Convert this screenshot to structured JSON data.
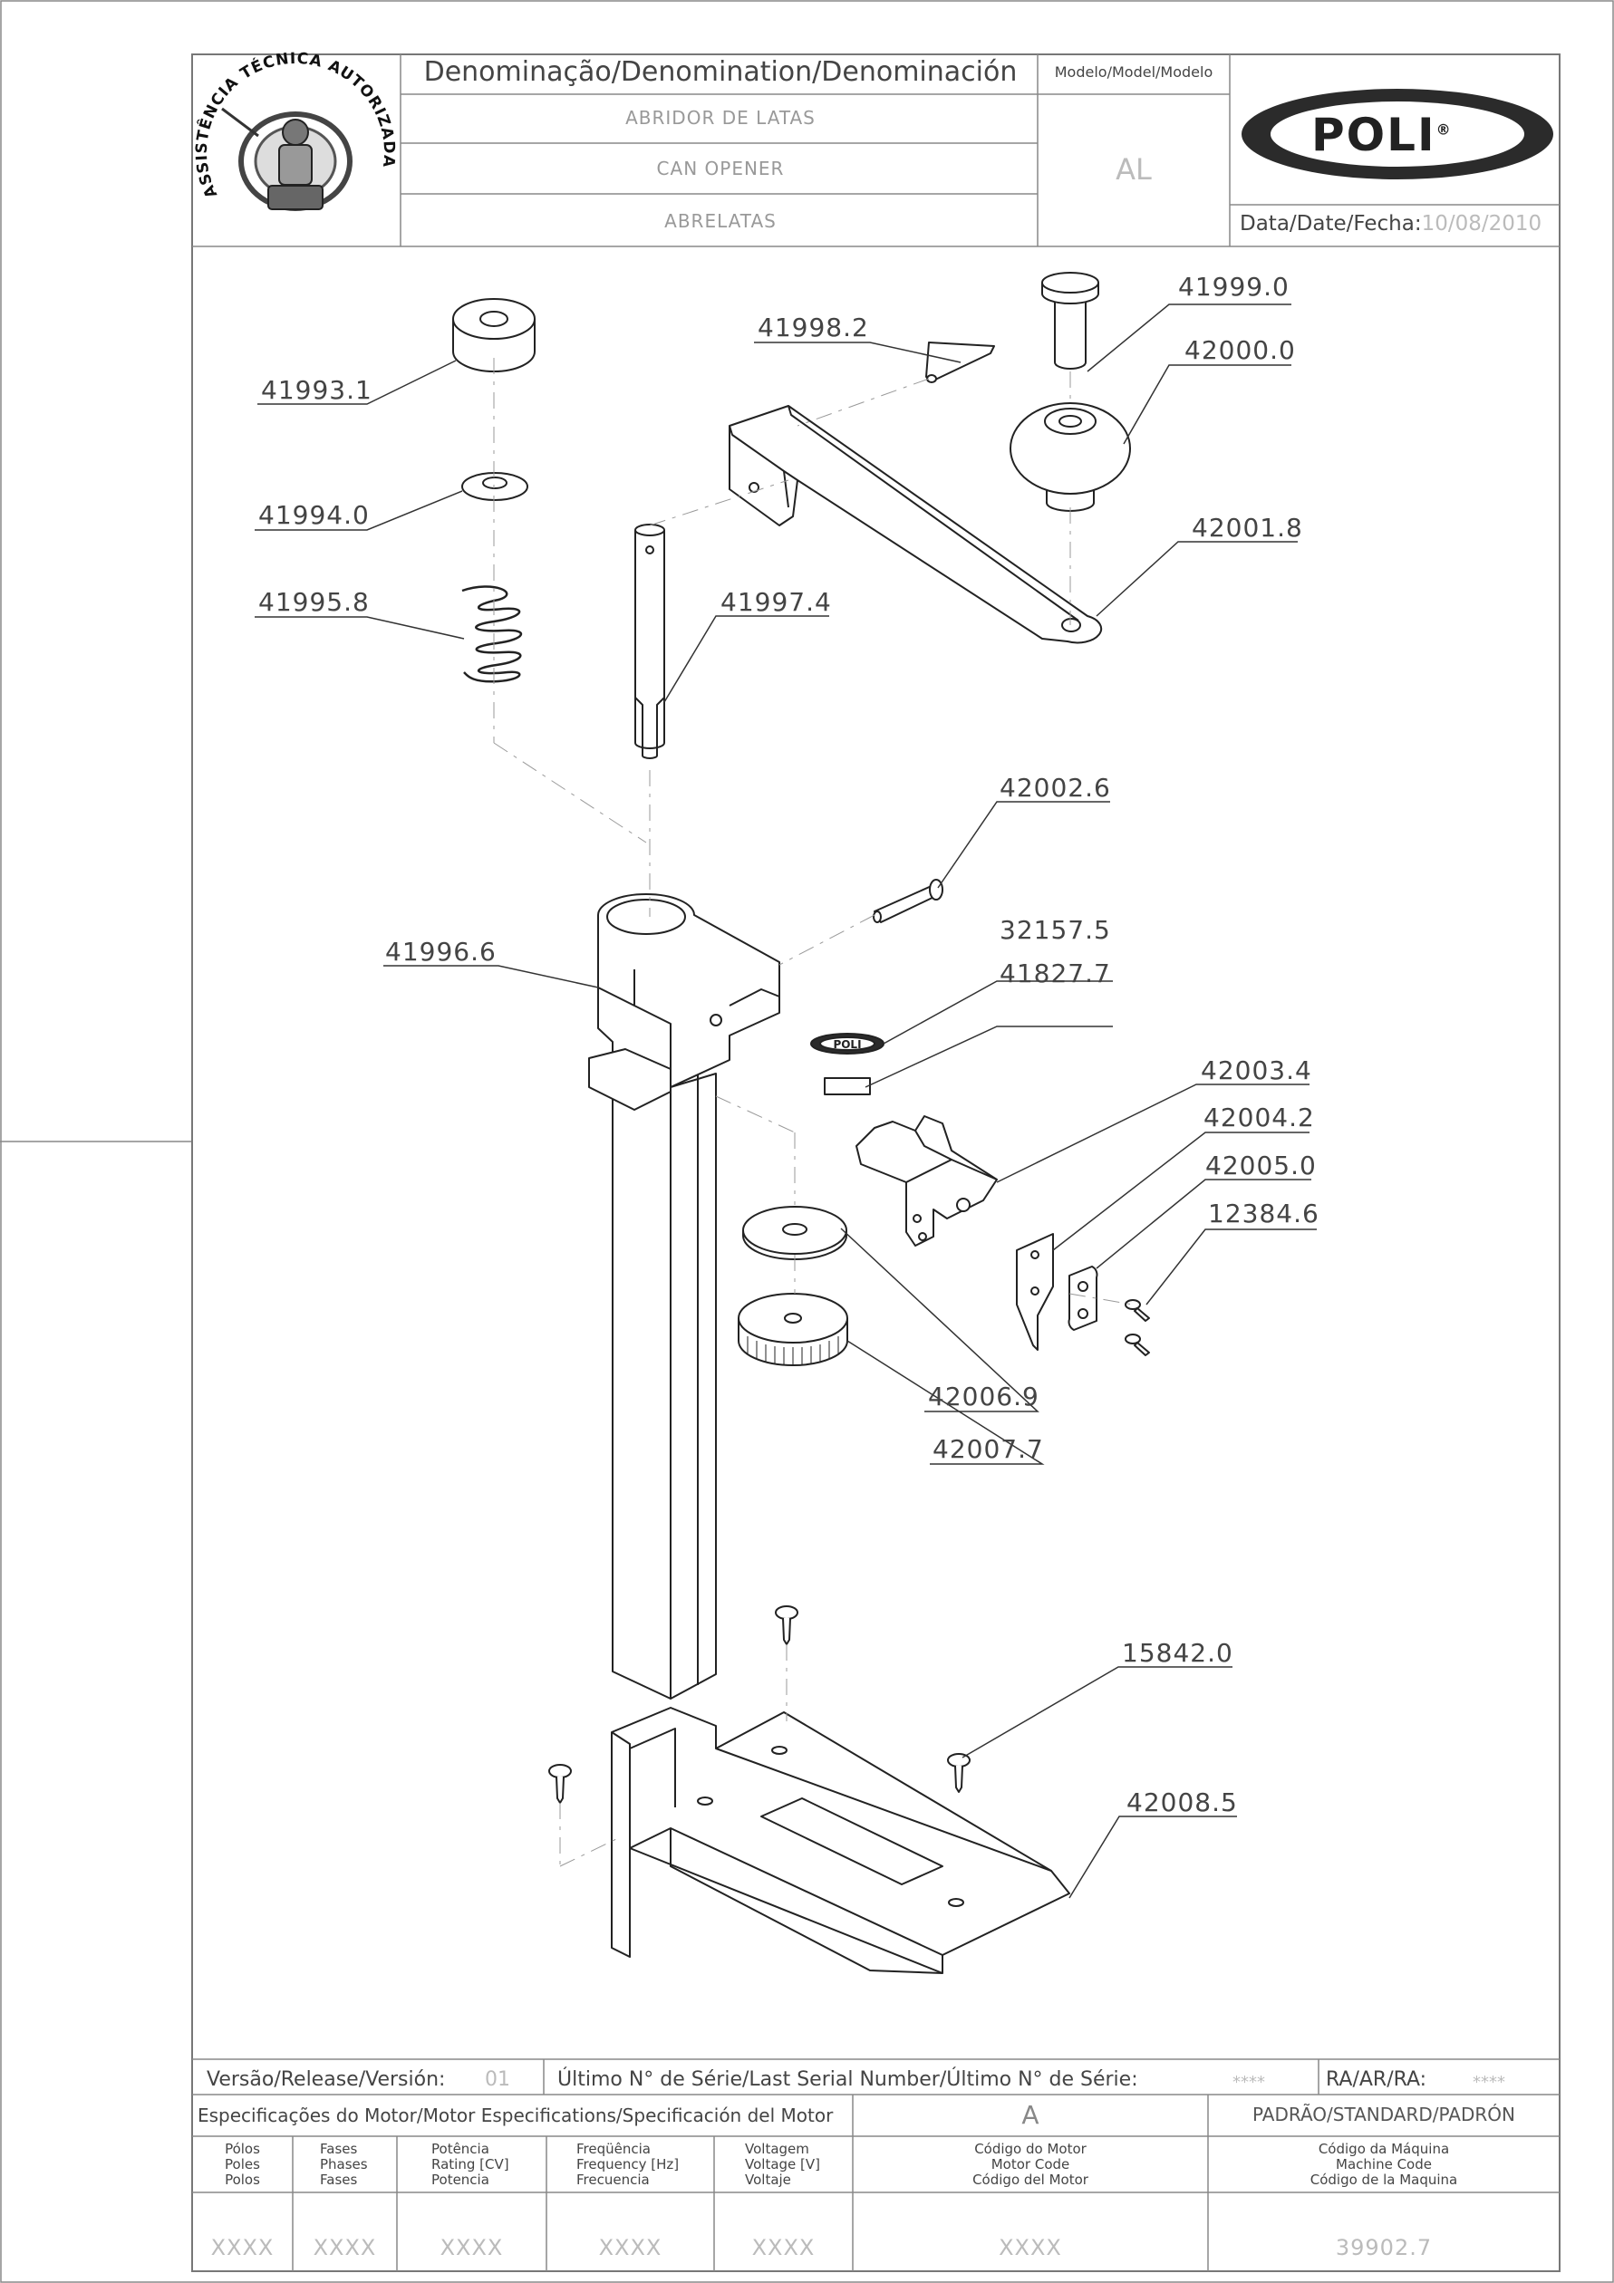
{
  "title_block": {
    "denomination_header": "Denominação/Denomination/Denominación",
    "names": [
      "ABRIDOR DE LATAS",
      "CAN OPENER",
      "ABRELATAS"
    ],
    "model_header": "Modelo/Model/Modelo",
    "model_value": "AL",
    "date_label": "Data/Date/Fecha:",
    "date_value": "10/08/2010",
    "brand": "POLI",
    "brand_mark": "®",
    "seal_text": "ASSISTÊNCIA TÉCNICA AUTORIZADA"
  },
  "parts": [
    {
      "number": "41993.1"
    },
    {
      "number": "41994.0"
    },
    {
      "number": "41995.8"
    },
    {
      "number": "41998.2"
    },
    {
      "number": "41999.0"
    },
    {
      "number": "42000.0"
    },
    {
      "number": "42001.8"
    },
    {
      "number": "41997.4"
    },
    {
      "number": "42002.6"
    },
    {
      "number": "41996.6"
    },
    {
      "number": "32157.5"
    },
    {
      "number": "41827.7"
    },
    {
      "number": "42003.4"
    },
    {
      "number": "42004.2"
    },
    {
      "number": "42005.0"
    },
    {
      "number": "12384.6"
    },
    {
      "number": "42006.9"
    },
    {
      "number": "42007.7"
    },
    {
      "number": "15842.0"
    },
    {
      "number": "42008.5"
    }
  ],
  "bottom_block": {
    "release_label": "Versão/Release/Versión:",
    "release_value": "01",
    "serial_label": "Último N° de Série/Last Serial Number/Último N° de Série:",
    "serial_value": "****",
    "ra_label": "RA/AR/RA:",
    "ra_value": "****",
    "motor_header": "Especificações do Motor/Motor Especifications/Specificación del Motor",
    "phase_value": "A",
    "standard_label": "PADRÃO/STANDARD/PADRÓN",
    "spec_headers": [
      [
        "Pólos",
        "Poles",
        "Polos"
      ],
      [
        "Fases",
        "Phases",
        "Fases"
      ],
      [
        "Potência",
        "Rating [CV]",
        "Potencia"
      ],
      [
        "Freqüência",
        "Frequency [Hz]",
        "Frecuencia"
      ],
      [
        "Voltagem",
        "Voltage [V]",
        "Voltaje"
      ],
      [
        "Código do Motor",
        "Motor Code",
        "Código del Motor"
      ],
      [
        "Código da Máquina",
        "Machine Code",
        "Código de la Maquina"
      ]
    ],
    "spec_values": [
      "XXXX",
      "XXXX",
      "XXXX",
      "XXXX",
      "XXXX",
      "XXXX",
      "39902.7"
    ]
  }
}
